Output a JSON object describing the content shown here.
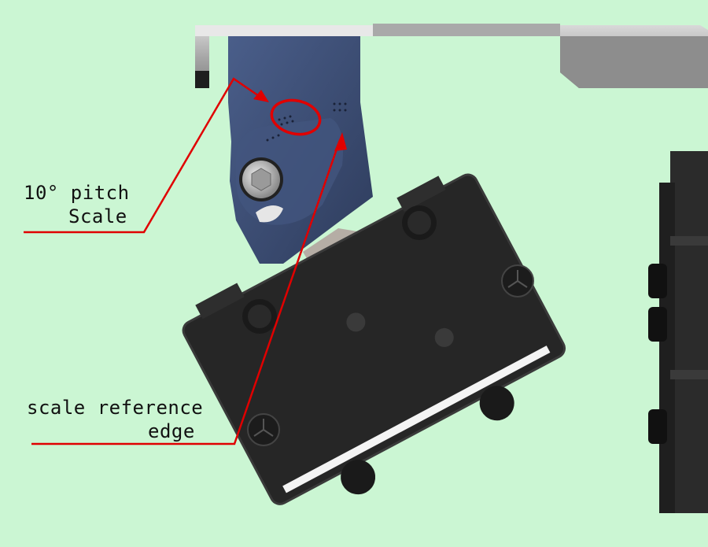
{
  "labels": {
    "pitch_line1": "10° pitch",
    "pitch_line2": "Scale",
    "edge_line1": "scale reference",
    "edge_line2": "edge"
  },
  "colors": {
    "background": "#cbf6d3",
    "annotation_red": "#e00000",
    "bracket_blue": "#3c4d72",
    "body_black": "#252525",
    "rail_silver": "#9a9a9a",
    "reference_edge_white": "#f4f4f4"
  },
  "icons": {
    "highlight": "red-ellipse-callout",
    "pointer": "red-arrow"
  }
}
